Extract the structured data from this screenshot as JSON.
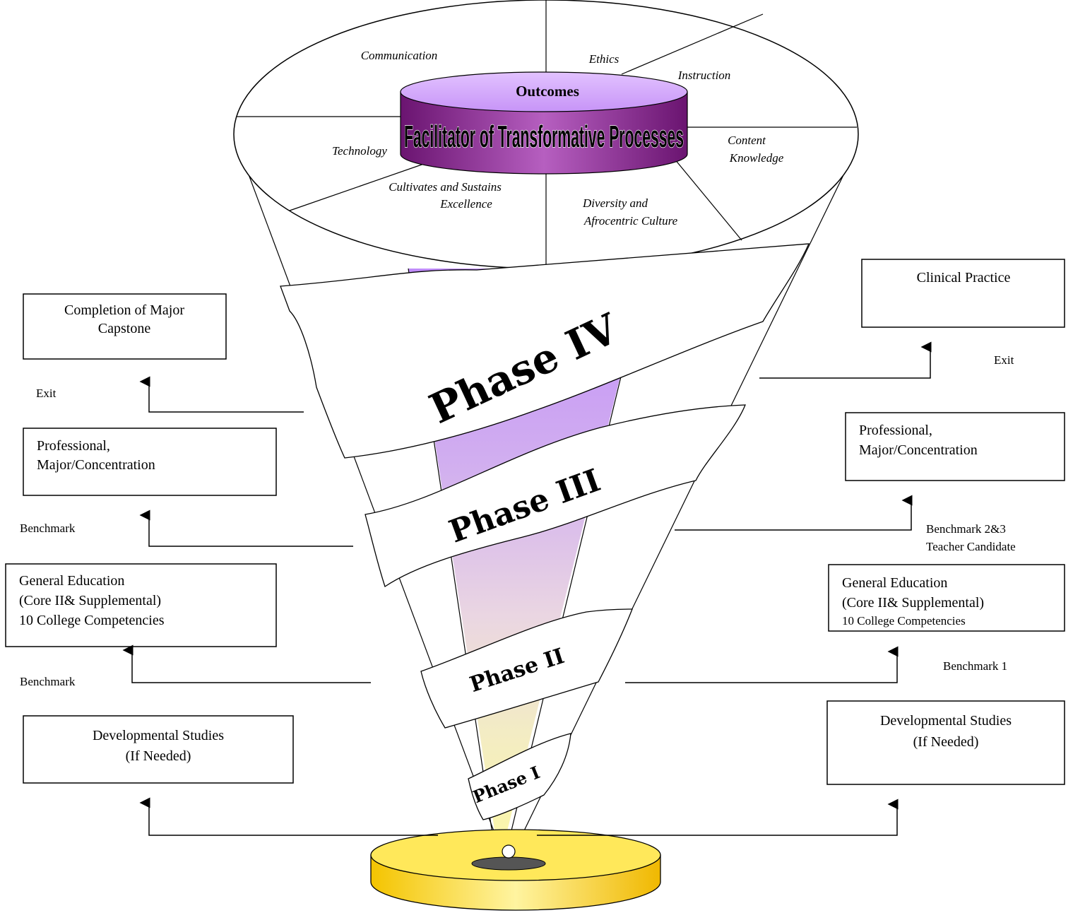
{
  "outcomes": {
    "label": "Outcomes",
    "facilitator": "Facilitator of Transformative Processes",
    "segments": {
      "communication": "Communication",
      "ethics": "Ethics",
      "instruction": "Instruction",
      "content_line1": "Content",
      "content_line2": "Knowledge",
      "technology": "Technology",
      "cultivates_line1": "Cultivates and Sustains",
      "cultivates_line2": "Excellence",
      "diversity_line1": "Diversity and",
      "diversity_line2": "Afrocentric Culture"
    }
  },
  "phases": {
    "phase1": "Phase I",
    "phase2": "Phase II",
    "phase3": "Phase III",
    "phase4": "Phase IV"
  },
  "left": {
    "capstone_line1": "Completion of Major",
    "capstone_line2": "Capstone",
    "exit": "Exit",
    "professional_line1": "Professional,",
    "professional_line2": "Major/Concentration",
    "benchmark_upper": "Benchmark",
    "gened_line1": "General Education",
    "gened_line2": "(Core II& Supplemental)",
    "gened_line3": "10 College Competencies",
    "benchmark_lower": "Benchmark",
    "devstudies_line1": "Developmental Studies",
    "devstudies_line2": "(If Needed)"
  },
  "right": {
    "clinical": "Clinical Practice",
    "exit": "Exit",
    "professional_line1": "Professional,",
    "professional_line2": "Major/Concentration",
    "benchmark23_line1": "Benchmark 2&3",
    "benchmark23_line2": "Teacher Candidate",
    "gened_line1": "General Education",
    "gened_line2": "(Core II& Supplemental)",
    "gened_line3": "10 College Competencies",
    "benchmark1": "Benchmark 1",
    "devstudies_line1": "Developmental Studies",
    "devstudies_line2": "(If Needed)"
  },
  "colors": {
    "beam_top": "#c08cfa",
    "beam_mid": "#e8d4ea",
    "beam_bottom": "#fbf7b0",
    "cylinder_top": "#d8b0ff",
    "cylinder_side": "#8a2a8a",
    "base_top": "#ffe860",
    "base_side": "#f2c200"
  }
}
